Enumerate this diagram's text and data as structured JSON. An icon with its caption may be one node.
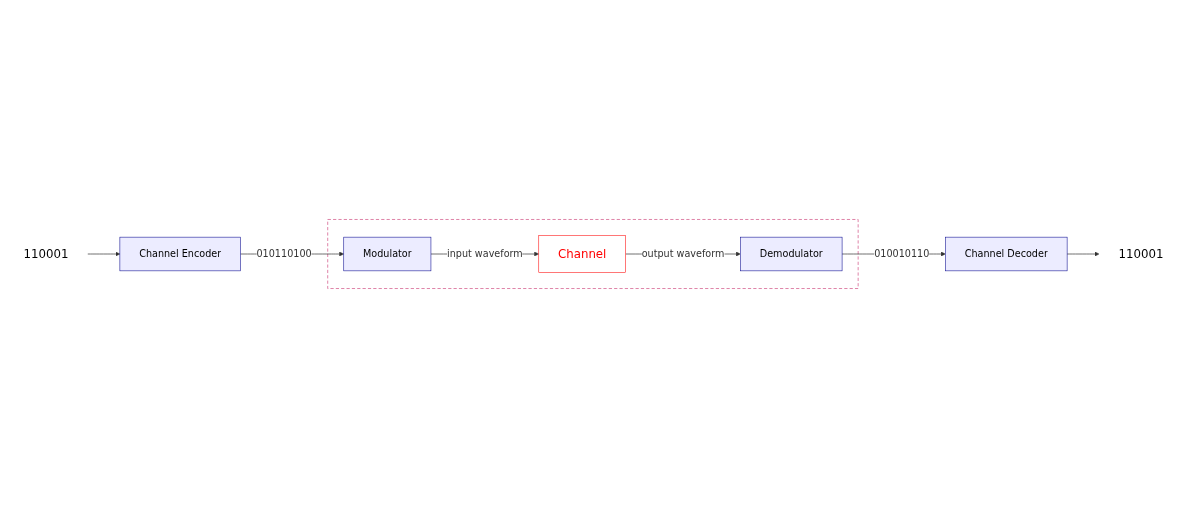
{
  "diagram": {
    "nodes": [
      {
        "text": [
          "110001"
        ]
      },
      {
        "text": [
          "Channel Encoder"
        ]
      },
      {
        "text": [],
        "shape": "box"
      },
      {
        "text": [
          "Modulator"
        ],
        "in": 2
      },
      {
        "text": [
          "Channel"
        ],
        "in": 2
      },
      {
        "text": [
          "Demodulator"
        ],
        "in": 2
      },
      {
        "text": [
          "Channel Decoder"
        ]
      },
      {
        "text": [
          "110001"
        ]
      }
    ],
    "edges": [
      {
        "from": 0,
        "to": 1,
        "arrow": "to"
      },
      {
        "from": 1,
        "to": 3,
        "arrow": "to",
        "label": "010110100"
      },
      {
        "from": 3,
        "to": 4,
        "arrow": "to",
        "label": "input waveform"
      },
      {
        "from": 4,
        "to": 5,
        "arrow": "to",
        "label": "output waveform"
      },
      {
        "from": 5,
        "to": 6,
        "arrow": "to",
        "label": "010010110"
      },
      {
        "from": 6,
        "to": 7,
        "arrow": "to"
      }
    ]
  }
}
